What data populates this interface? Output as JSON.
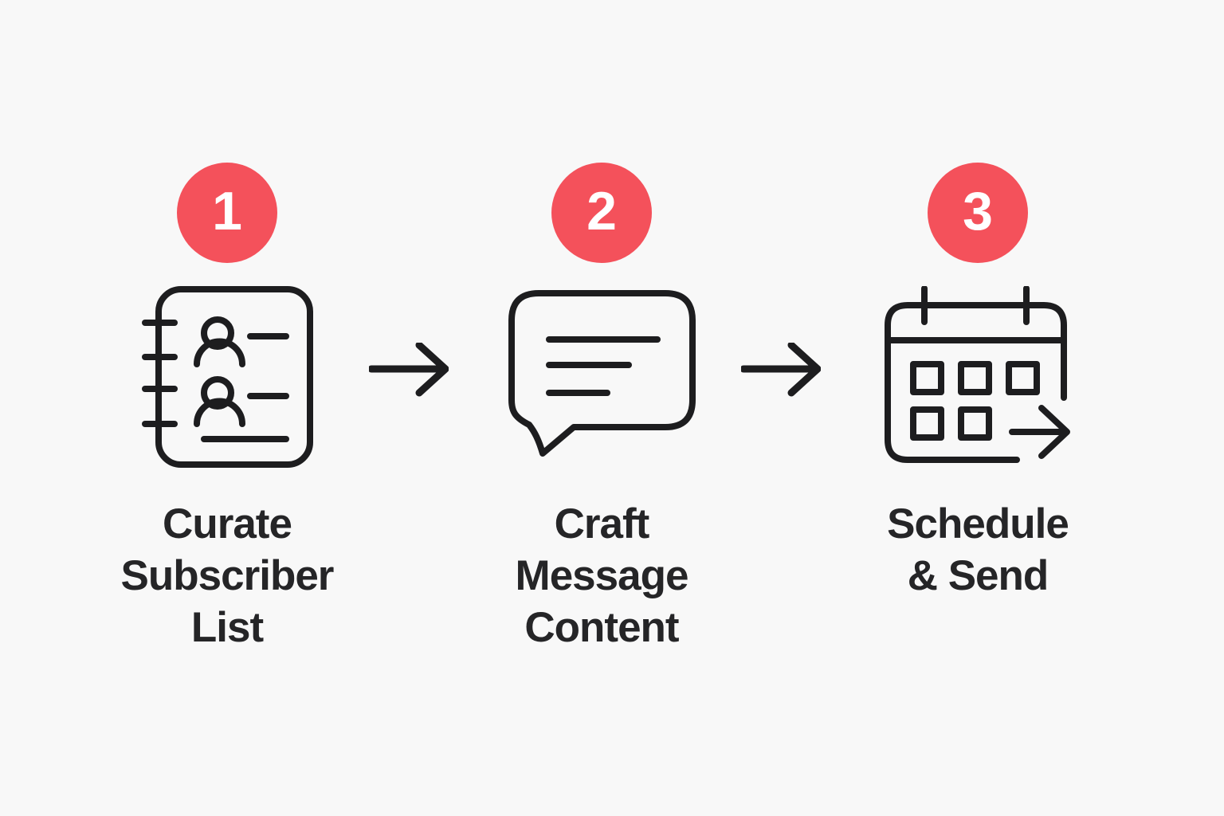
{
  "figure": {
    "type": "process-flow",
    "step_count": 3
  },
  "colors": {
    "background": "#F8F8F8",
    "badge": "#F4515B",
    "badge_number": "#FFFFFF",
    "icon_stroke": "#1D1D1F",
    "label_text": "#252527"
  },
  "steps": [
    {
      "number": "1",
      "icon": "contact-book-icon",
      "label": "Curate Subscriber List",
      "label_lines": [
        "Curate",
        "Subscriber",
        "List"
      ]
    },
    {
      "number": "2",
      "icon": "speech-bubble-icon",
      "label": "Craft Message Content",
      "label_lines": [
        "Craft",
        "Message",
        "Content"
      ]
    },
    {
      "number": "3",
      "icon": "calendar-send-icon",
      "label": "Schedule & Send",
      "label_lines": [
        "Schedule",
        "& Send"
      ]
    }
  ],
  "connectors": [
    {
      "icon": "right-arrow-icon"
    },
    {
      "icon": "right-arrow-icon"
    }
  ]
}
